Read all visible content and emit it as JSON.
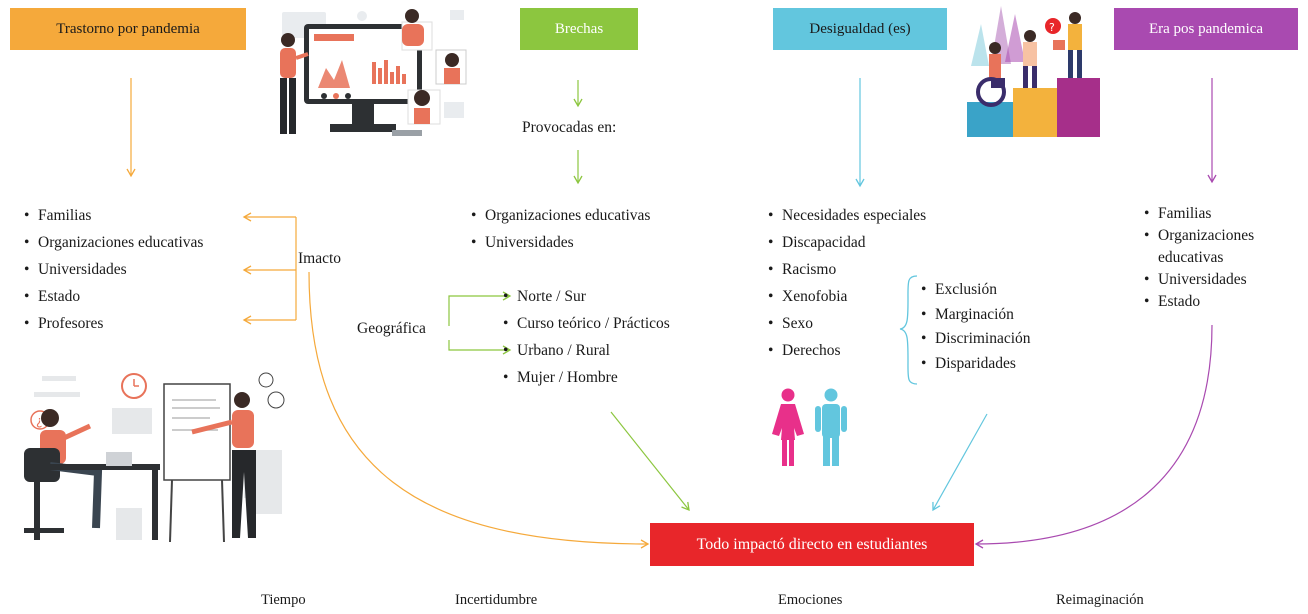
{
  "headers": {
    "trastorno": "Trastorno por pandemia",
    "brechas": "Brechas",
    "desigualdad": "Desigualdad (es)",
    "era": "Era pos pandemica"
  },
  "colors": {
    "orange": "#f5a93b",
    "green": "#8cc63f",
    "cyan": "#62c6de",
    "purple": "#a94ab0",
    "red": "#e8262a"
  },
  "col1": {
    "items": [
      "Familias",
      "Organizaciones educativas",
      "Universidades",
      "Estado",
      "Profesores"
    ],
    "impact_label": "Imacto"
  },
  "col2": {
    "provocadas_label": "Provocadas en:",
    "items": [
      "Organizaciones educativas",
      "Universidades"
    ],
    "geo_label": "Geográfica",
    "geo_items": [
      "Norte / Sur",
      "Curso teórico / Prácticos",
      "Urbano / Rural",
      "Mujer / Hombre"
    ]
  },
  "col3": {
    "items": [
      "Necesidades especiales",
      "Discapacidad",
      "Racismo",
      "Xenofobia",
      "Sexo",
      "Derechos"
    ],
    "sub_items": [
      "Exclusión",
      "Marginación",
      "Discriminación",
      "Disparidades"
    ]
  },
  "col4": {
    "items": [
      "Familias",
      "Organizaciones educativas",
      "Universidades",
      "Estado"
    ]
  },
  "result_box": "Todo impactó directo en estudiantes",
  "footer": [
    "Tiempo",
    "Incertidumbre",
    "Emociones",
    "Reimaginación"
  ],
  "illustrations": [
    "online-meeting-illustration",
    "office-team-illustration",
    "equity-podium-illustration",
    "gender-icons"
  ]
}
